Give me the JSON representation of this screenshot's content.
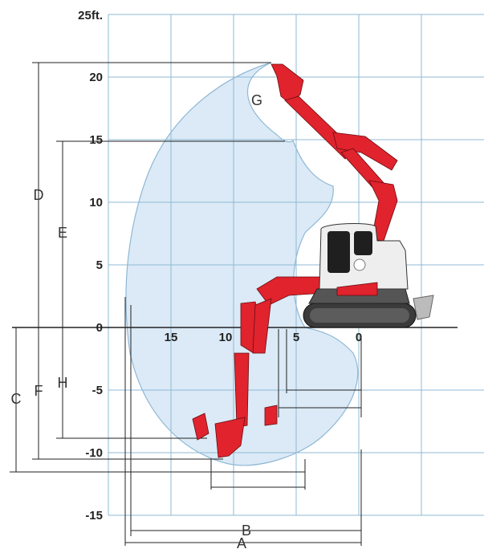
{
  "units_label": "25ft.",
  "y_ticks": [
    "20",
    "15",
    "10",
    "5",
    "0",
    "-5",
    "-10",
    "-15"
  ],
  "x_ticks": [
    "15",
    "10",
    "5",
    "0"
  ],
  "dimension_labels": {
    "A": "A",
    "B": "B",
    "C": "C",
    "D": "D",
    "E": "E",
    "F": "F",
    "G": "G",
    "H": "H"
  },
  "colors": {
    "grid": "#8fb8d6",
    "envelope": "#dbeaf6",
    "machine_red": "#e0232d",
    "cab": "#eeeeee",
    "tracks": "#3b3b3b"
  }
}
